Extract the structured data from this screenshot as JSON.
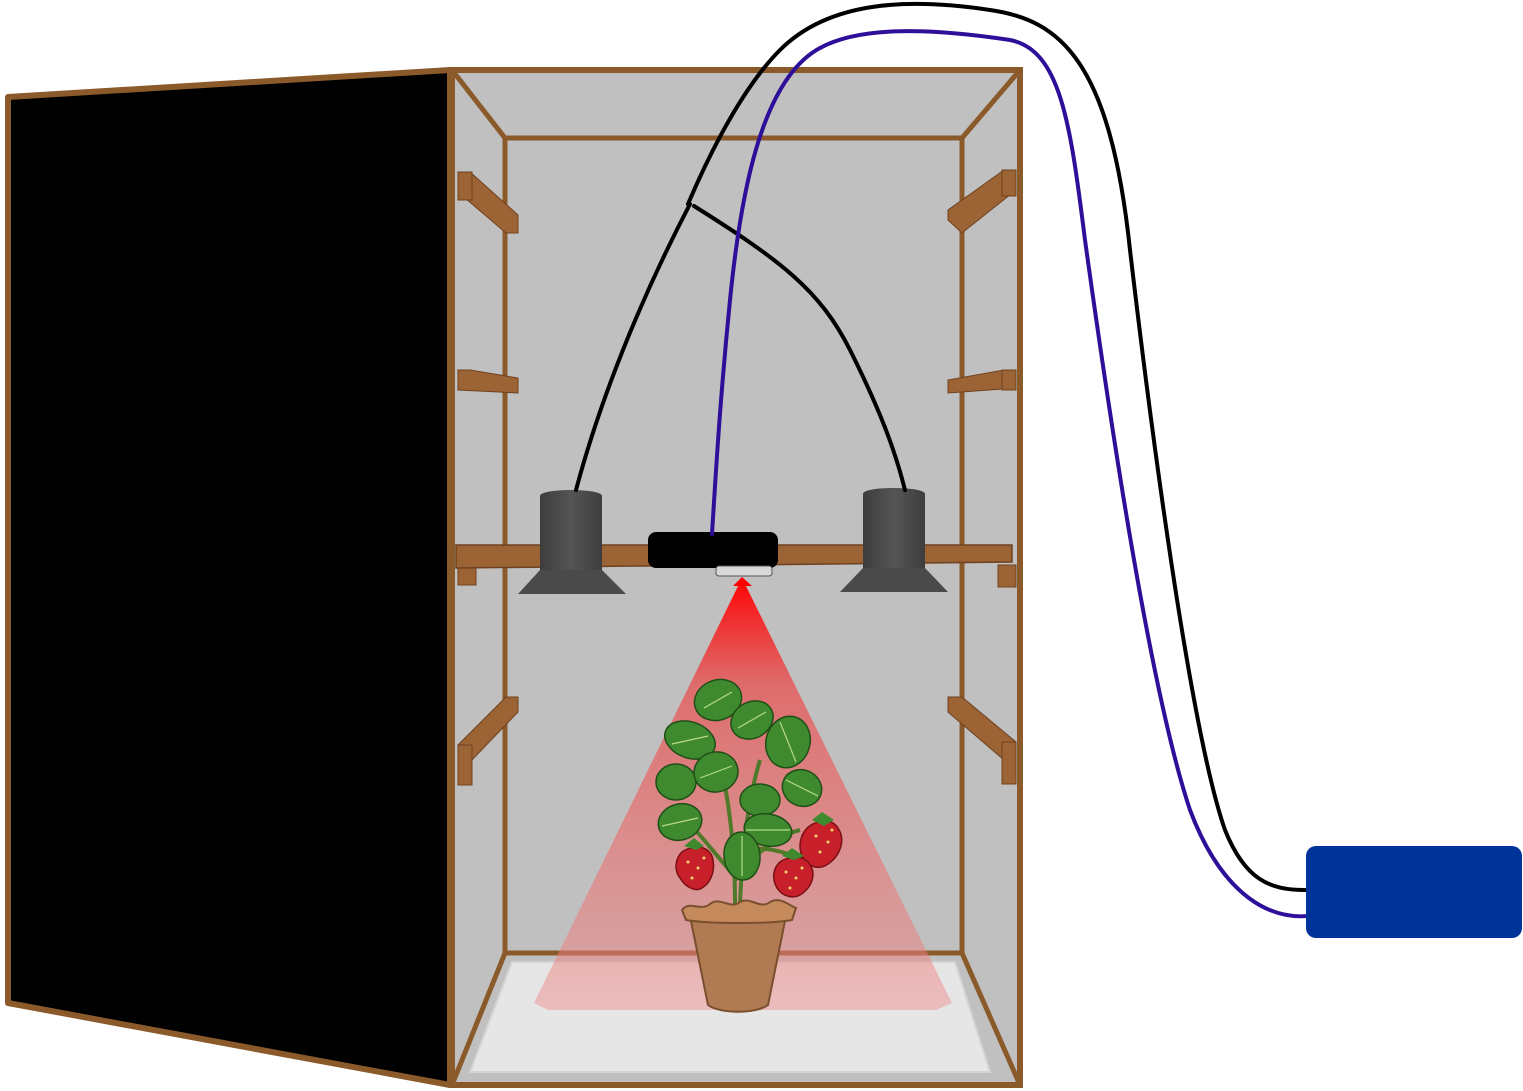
{
  "diagram": {
    "description_free": true,
    "colors": {
      "background": "#ffffff",
      "frame_wood": "#8b5a2b",
      "shelf_wood": "#9c6334",
      "interior": "#c0c0c0",
      "door_panel": "#000000",
      "lamp_body": "#4a4a4a",
      "camera_body": "#000000",
      "light_beam": "#ff0000",
      "cable_power": "#000000",
      "cable_data": "#2e0f9a",
      "controller_box": "#003399",
      "floor_tray": "#e6e6e6",
      "pot": "#b07a52",
      "leaf": "#3f8a2e",
      "strawberry": "#c8202a"
    },
    "components": [
      {
        "id": "enclosure",
        "icon": "grow-box-icon"
      },
      {
        "id": "door",
        "icon": "door-panel-icon"
      },
      {
        "id": "lamp-left",
        "icon": "lamp-icon"
      },
      {
        "id": "lamp-right",
        "icon": "lamp-icon"
      },
      {
        "id": "camera",
        "icon": "camera-icon"
      },
      {
        "id": "plant",
        "icon": "strawberry-plant-icon"
      },
      {
        "id": "controller",
        "icon": "controller-box-icon"
      }
    ]
  }
}
